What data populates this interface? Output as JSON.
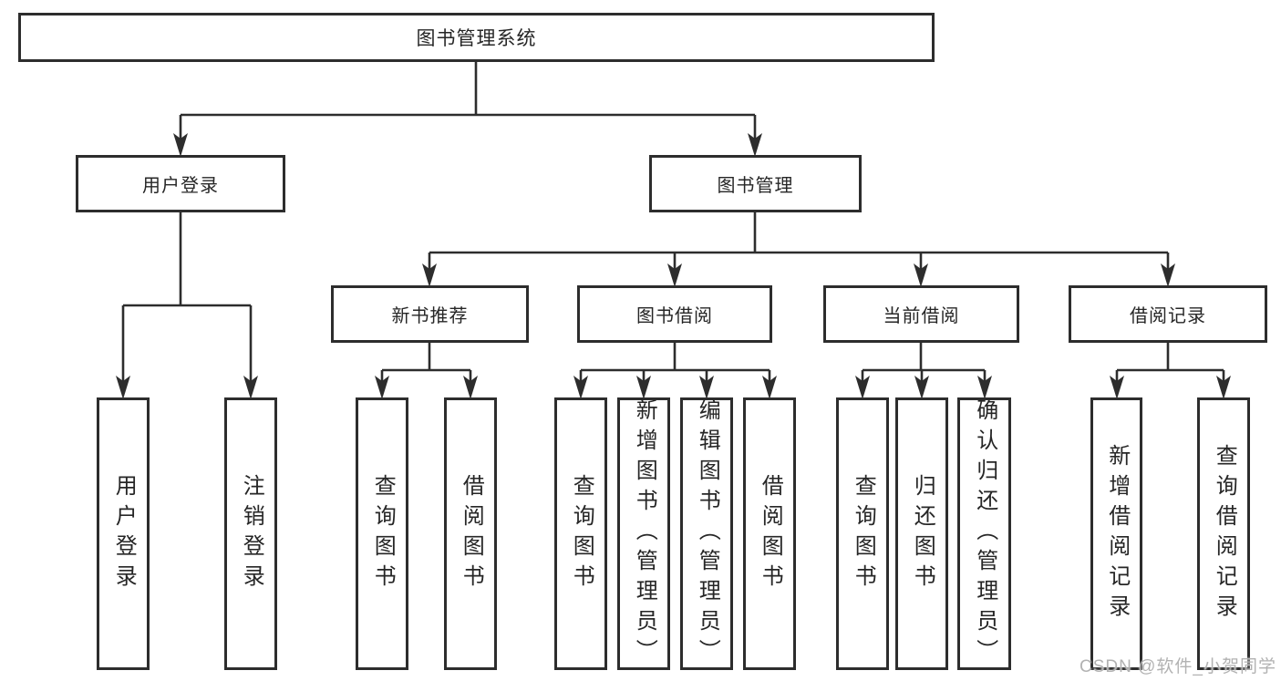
{
  "diagram": {
    "root": {
      "label": "图书管理系统"
    },
    "branches": [
      {
        "label": "用户登录",
        "children": [
          {
            "label": "用户登录"
          },
          {
            "label": "注销登录"
          }
        ]
      },
      {
        "label": "图书管理",
        "children": [
          {
            "label": "新书推荐",
            "children": [
              {
                "label": "查询图书"
              },
              {
                "label": "借阅图书"
              }
            ]
          },
          {
            "label": "图书借阅",
            "children": [
              {
                "label": "查询图书"
              },
              {
                "label": "新增图书（管理员）"
              },
              {
                "label": "编辑图书（管理员）"
              },
              {
                "label": "借阅图书"
              }
            ]
          },
          {
            "label": "当前借阅",
            "children": [
              {
                "label": "查询图书"
              },
              {
                "label": "归还图书"
              },
              {
                "label": "确认归还（管理员）"
              }
            ]
          },
          {
            "label": "借阅记录",
            "children": [
              {
                "label": "新增借阅记录"
              },
              {
                "label": "查询借阅记录"
              }
            ]
          }
        ]
      }
    ]
  },
  "watermark": {
    "text": "CSDN @软件_小贺同学"
  },
  "colors": {
    "line": "#2d2d2d",
    "text": "#262626",
    "box_background": "#ffffff",
    "watermark": "#b2b2b2"
  }
}
